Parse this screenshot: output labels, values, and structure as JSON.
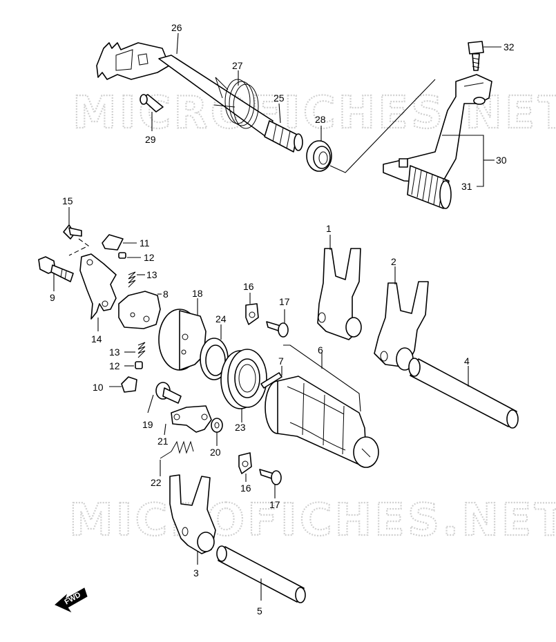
{
  "watermark": {
    "text": "MICROFICHES.NET",
    "color": "#d0d0d0"
  },
  "fwd_label": "FWD",
  "callouts": {
    "c1": "1",
    "c2": "2",
    "c3": "3",
    "c4": "4",
    "c5": "5",
    "c6": "6",
    "c7": "7",
    "c8": "8",
    "c9": "9",
    "c10": "10",
    "c11": "11",
    "c12a": "12",
    "c12b": "12",
    "c13a": "13",
    "c13b": "13",
    "c14": "14",
    "c15": "15",
    "c16a": "16",
    "c16b": "16",
    "c17a": "17",
    "c17b": "17",
    "c18": "18",
    "c19": "19",
    "c20": "20",
    "c21": "21",
    "c22": "22",
    "c23": "23",
    "c24": "24",
    "c25": "25",
    "c26": "26",
    "c27": "27",
    "c28": "28",
    "c29": "29",
    "c30": "30",
    "c31": "31",
    "c32": "32"
  }
}
